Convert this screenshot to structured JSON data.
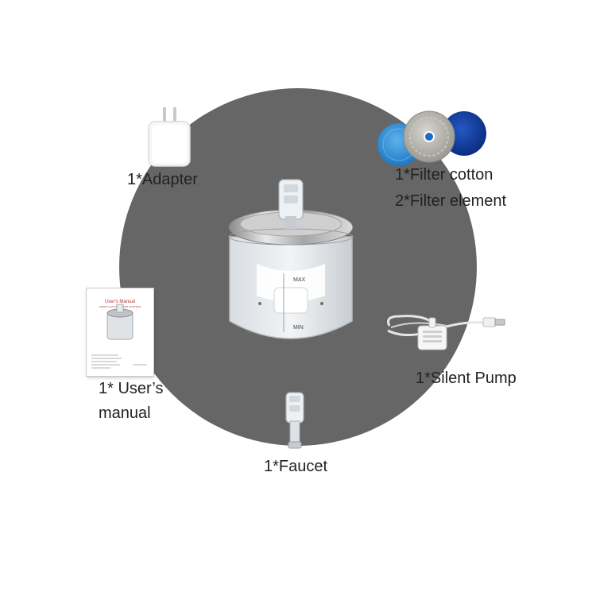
{
  "labels": {
    "adapter": "1*Adapter",
    "filter_cotton": "1*Filter cotton",
    "filter_element": "2*Filter element",
    "users_manual_line1": "1* User’s",
    "users_manual_line2": "manual",
    "silent_pump": "1*Silent Pump",
    "faucet": "1*Faucet"
  },
  "manual_cover": {
    "title": "User's Manual",
    "subtitle": "SMART CAT DOG WATER FOUNTAIN"
  },
  "fountain_markings": {
    "max": "MAX",
    "min": "MIN"
  },
  "colors": {
    "background": "#ffffff",
    "circle": "#666666",
    "text": "#222222",
    "filter_light_blue": "#2f8fd6",
    "filter_dark_blue": "#0d3a9c",
    "filter_grey": "#b8b8b0"
  },
  "icons": {
    "adapter": "power-adapter-icon",
    "filters": "filter-discs-icon",
    "fountain": "water-fountain-icon",
    "manual": "user-manual-icon",
    "pump": "silent-pump-icon",
    "faucet": "faucet-icon"
  }
}
